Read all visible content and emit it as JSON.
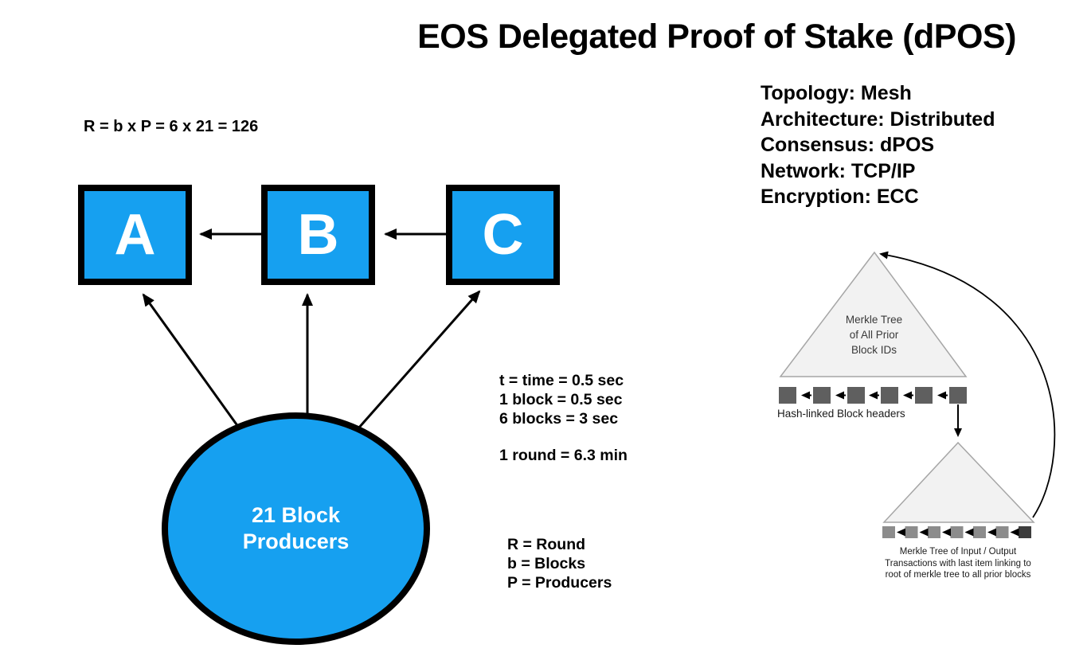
{
  "title": "EOS Delegated Proof of Stake (dPOS)",
  "formula": "R = b x P = 6 x 21 = 126",
  "blocks": {
    "a": "A",
    "b": "B",
    "c": "C"
  },
  "producers_circle": {
    "line1": "21 Block",
    "line2": "Producers"
  },
  "timing": {
    "lines": [
      "t = time = 0.5 sec",
      "1 block = 0.5 sec",
      "6 blocks = 3 sec"
    ],
    "round": "1 round = 6.3 min"
  },
  "legend": {
    "lines": [
      "R = Round",
      "b = Blocks",
      "P = Producers"
    ]
  },
  "specs": {
    "lines": [
      "Topology: Mesh",
      "Architecture: Distributed",
      "Consensus: dPOS",
      "Network: TCP/IP",
      "Encryption: ECC"
    ]
  },
  "merkle": {
    "top_triangle_label": [
      "Merkle Tree",
      "of All Prior",
      "Block IDs"
    ],
    "headers_label": "Hash-linked Block headers",
    "caption": [
      "Merkle Tree of Input / Output",
      "Transactions with last item linking to",
      "root of merkle tree to all prior blocks"
    ]
  },
  "colors": {
    "block_blue": "#16A0F0",
    "outline_black": "#000000",
    "triangle_fill": "#F2F2F2",
    "triangle_stroke": "#A6A6A6",
    "header_square": "#5F5F5F",
    "tx_square": "#8C8C8C",
    "tx_square_last": "#3D3D3D"
  }
}
